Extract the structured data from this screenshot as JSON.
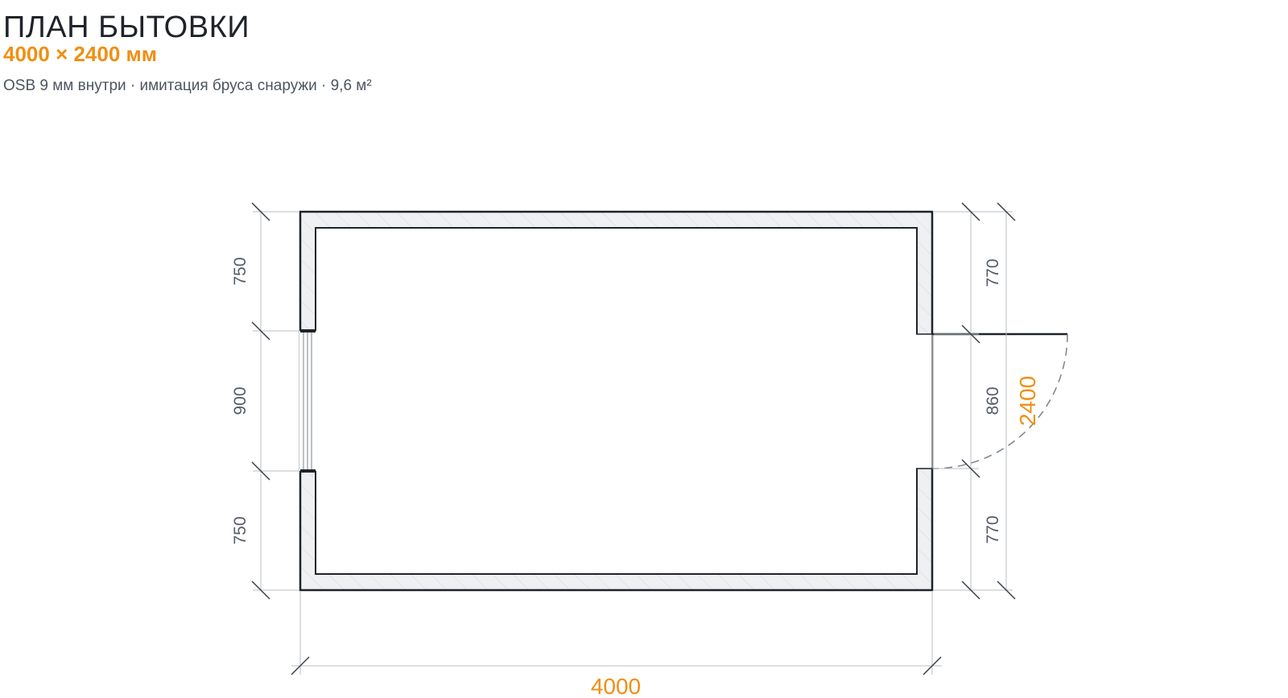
{
  "header": {
    "title": "ПЛАН БЫТОВКИ",
    "dimensions": "4000 × 2400 мм",
    "description": "OSB 9 мм внутри · имитация бруса снаружи · 9,6 м²"
  },
  "plan": {
    "length_mm": 4000,
    "width_mm": 2400,
    "left_wall_segments": [
      "750",
      "900",
      "750"
    ],
    "right_wall_segments": [
      "770",
      "860",
      "770"
    ],
    "total_length_label": "4000",
    "total_width_label": "2400",
    "colors": {
      "wall_outline": "#1f2329",
      "wall_fill": "#eef0f2",
      "dimension_line": "#b9bec4",
      "accent": "#ef8f13"
    }
  }
}
